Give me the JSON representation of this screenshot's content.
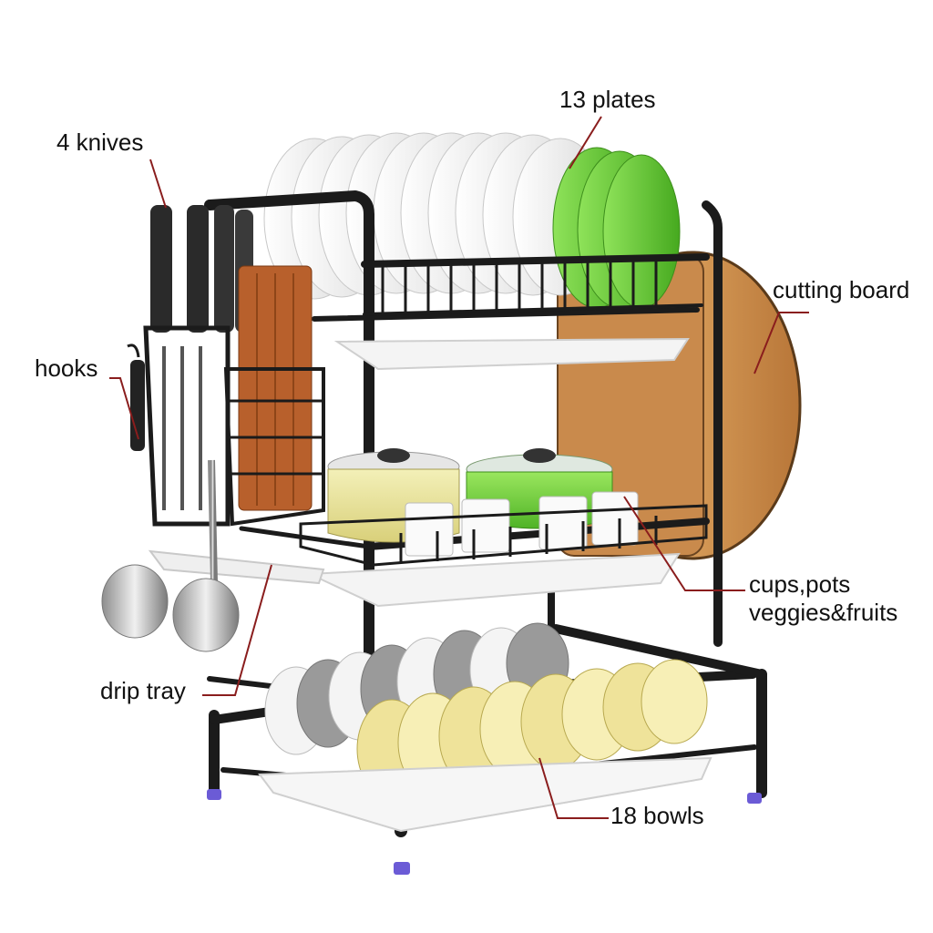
{
  "labels": {
    "plates": "13 plates",
    "knives": "4 knives",
    "cutting_board": "cutting board",
    "hooks": "hooks",
    "cups_line1": "cups,pots",
    "cups_line2": "veggies&fruits",
    "drip_tray": "drip tray",
    "bowls": "18 bowls"
  },
  "colors": {
    "frame": "#1b1b1b",
    "leader_line": "#8a1d1d",
    "plate_white": "#f2f2f2",
    "plate_green": "#6cd13a",
    "board_wood": "#c88a4a",
    "chopstick_wood": "#b8602c",
    "bowl_yellow": "#efe39a",
    "bowl_gray": "#9a9a9a",
    "tray_white": "#f7f7f7",
    "foot_purple": "#6b5bd6"
  }
}
